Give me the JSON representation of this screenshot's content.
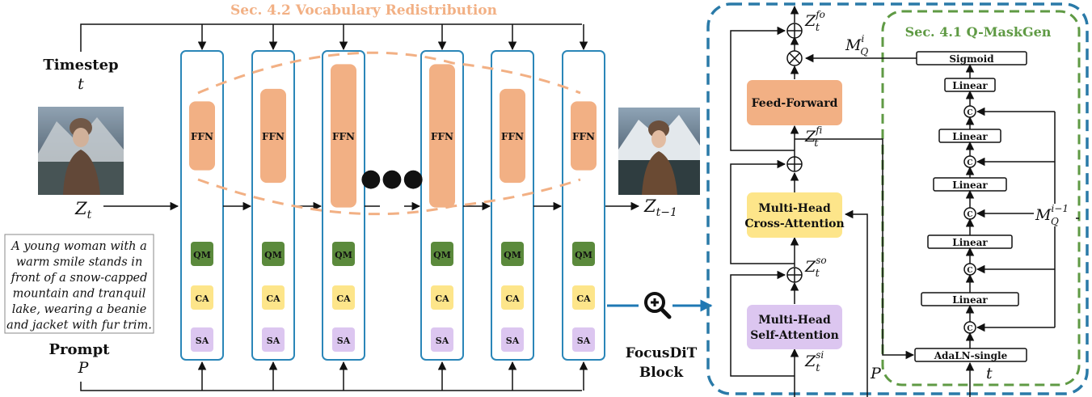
{
  "header": {
    "section_42": "Sec. 4.2 Vocabulary Redistribution"
  },
  "left": {
    "timestep_label": "Timestep",
    "timestep_symbol": "t",
    "input_latent": "Z",
    "input_latent_sub": "t",
    "output_latent": "Z",
    "output_latent_sub": "t−1",
    "prompt_text_lines": [
      "A young woman with a",
      "warm smile stands in",
      "front of a snow-capped",
      "mountain and tranquil",
      "lake, wearing a beanie",
      "and jacket with fur trim."
    ],
    "prompt_label": "Prompt",
    "prompt_symbol": "P"
  },
  "blocks": {
    "count_shown": 6,
    "ffn_label": "FFN",
    "qm_label": "QM",
    "ca_label": "CA",
    "sa_label": "SA",
    "ellipsis": "●●●",
    "ffn_heights_relative": [
      0.55,
      0.75,
      0.95,
      0.95,
      0.75,
      0.55
    ]
  },
  "focus": {
    "title_line1": "FocusDiT",
    "title_line2": "Block",
    "icon": "magnifier-plus-icon"
  },
  "detail": {
    "z_fo": "Z",
    "z_fo_sup": "fo",
    "z_sub": "t",
    "z_fi": "Z",
    "z_fi_sup": "fi",
    "z_so": "Z",
    "z_so_sup": "so",
    "z_si": "Z",
    "z_si_sup": "si",
    "mq_i": "M",
    "mq_i_sub": "Q",
    "mq_i_sup": "i",
    "feed_forward": "Feed-Forward",
    "cross_attn_line1": "Multi-Head",
    "cross_attn_line2": "Cross-Attention",
    "self_attn_line1": "Multi-Head",
    "self_attn_line2": "Self-Attention",
    "p_symbol": "P"
  },
  "qmaskgen": {
    "title": "Sec. 4.1 Q-MaskGen",
    "sigmoid": "Sigmoid",
    "linear": "Linear",
    "adaln": "AdaLN-single",
    "concat_symbol": "C",
    "mq_prev": "M",
    "mq_prev_sub": "Q",
    "mq_prev_sup": "i−1",
    "t_symbol": "t"
  },
  "colors": {
    "ffn": "#f2b084",
    "qm": "#5b8a3c",
    "ca": "#fde58a",
    "sa": "#dcc6f0",
    "block_border": "#2a86b8",
    "outer_dash": "#2a7aa8",
    "inner_dash": "#5f9a44",
    "sec42": "#f2b084",
    "sec41": "#5f9a44"
  }
}
